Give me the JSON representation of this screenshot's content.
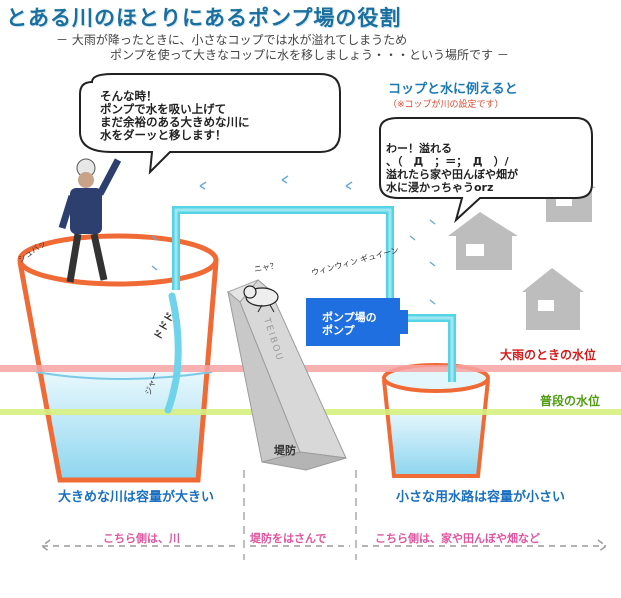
{
  "title": "とある川のほとりにあるポンプ場の役割",
  "subtitle_line1": "－ 大雨が降ったときに、小さなコップでは水が溢れてしまうため",
  "subtitle_line2": "ポンプを使って大きなコップに水を移しましょう・・・という場所です －",
  "legend": {
    "title": "コップと水に例えると",
    "note": "（※コップが川の設定です）"
  },
  "speech_worker": [
    "そんな時！",
    "ポンプで水を吸い上げて",
    "まだ余裕のある大きめな川に",
    "水をダーッと移します！"
  ],
  "speech_houses": [
    "わー！溢れる",
    "、（　Д　；＝；　Д　）/",
    "溢れたら家や田んぼや畑が",
    "水に浸かっちゃうorz"
  ],
  "water_levels": {
    "flood": "大雨のときの水位",
    "normal": "普段の水位"
  },
  "pump_label": [
    "ポンプ場の",
    "ポンプ"
  ],
  "levee_label": "堤防",
  "levee_side_text": "TEIBOU",
  "captions": {
    "big_cup": "大きめな川は容量が大きい",
    "small_cup": "小さな用水路は容量が小さい"
  },
  "footer": {
    "left": "こちら側は、川",
    "middle": "堤防をはさんで",
    "right": "こちら側は、家や田んぼや畑など"
  },
  "sound_effects": {
    "worker": "シュバッ",
    "splash": "ドドド",
    "pour": "ジャー",
    "cat": "ニャ？",
    "pump": "ウィンウィン ギュイーン"
  },
  "colors": {
    "title": "#1b6f9e",
    "cup_outline": "#f06a36",
    "water": "#bde9f7",
    "pipe": "#55d4e6",
    "pump": "#1f6fe0",
    "flood_line": "#f6a3a3",
    "normal_line": "#d6f17f",
    "levee": "#c8c8c8",
    "house": "#bdbdbd"
  }
}
